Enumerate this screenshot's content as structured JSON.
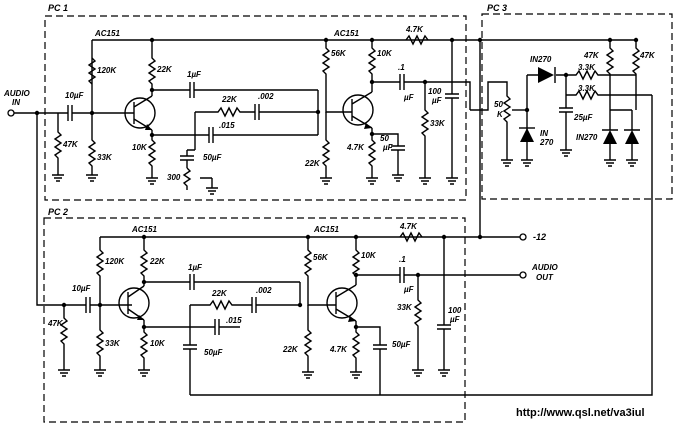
{
  "boards": {
    "pc1": "PC 1",
    "pc2": "PC 2",
    "pc3": "PC 3"
  },
  "ports": {
    "audio_in_1": "AUDIO",
    "audio_in_2": "IN",
    "audio_out_1": "AUDIO",
    "audio_out_2": "OUT",
    "supply": "-12"
  },
  "pc1": {
    "q1": "AC151",
    "q2": "AC151",
    "c_in": "10µF",
    "r_47k": "47K",
    "r_33k": "33K",
    "r_120k": "120K",
    "r_22k_top": "22K",
    "r_10k_e": "10K",
    "c_1uf": "1µF",
    "r_22k_fb": "22K",
    "c_002": ".002",
    "c_015": ".015",
    "c_50uf": "50µF",
    "pot_300": "300",
    "r_56k": "56K",
    "r_22k_b": "22K",
    "r_10k_c": "10K",
    "r_47k_e": "4.7K",
    "c_50": "50",
    "c_50_unit": "µF",
    "r_47k_s": "4.7K",
    "c_out": ".1",
    "c_out_unit": "µF",
    "r_33k_out": "33K",
    "c_100": "100",
    "c_100_unit": "µF"
  },
  "pc2": {
    "q1": "AC151",
    "q2": "AC151",
    "c_in": "10µF",
    "r_47k": "47K",
    "r_33k": "33K",
    "r_120k": "120K",
    "r_22k_top": "22K",
    "r_10k_e": "10K",
    "c_1uf": "1µF",
    "r_22k_fb": "22K",
    "c_002": ".002",
    "c_015": ".015",
    "c_50uf": "50µF",
    "r_56k": "56K",
    "r_22k_b": "22K",
    "r_10k_c": "10K",
    "r_47k_e": "4.7K",
    "c_50uf_e": "50µF",
    "r_47k_s": "4.7K",
    "c_out": ".1",
    "c_out_unit": "µF",
    "r_33k_out": "33K",
    "c_100": "100",
    "c_100_unit": "µF"
  },
  "pc3": {
    "pot_50k_1": "50",
    "pot_50k_2": "K",
    "d1": "IN270",
    "d2_1": "IN",
    "d2_2": "270",
    "d3": "IN270",
    "r_47k_a": "47K",
    "r_47k_b": "47K",
    "r_33k_a": "3.3K",
    "r_33k_b": "3.3K",
    "c_25uf": "25µF"
  },
  "footer": {
    "url": "http://www.qsl.net/va3iul"
  }
}
